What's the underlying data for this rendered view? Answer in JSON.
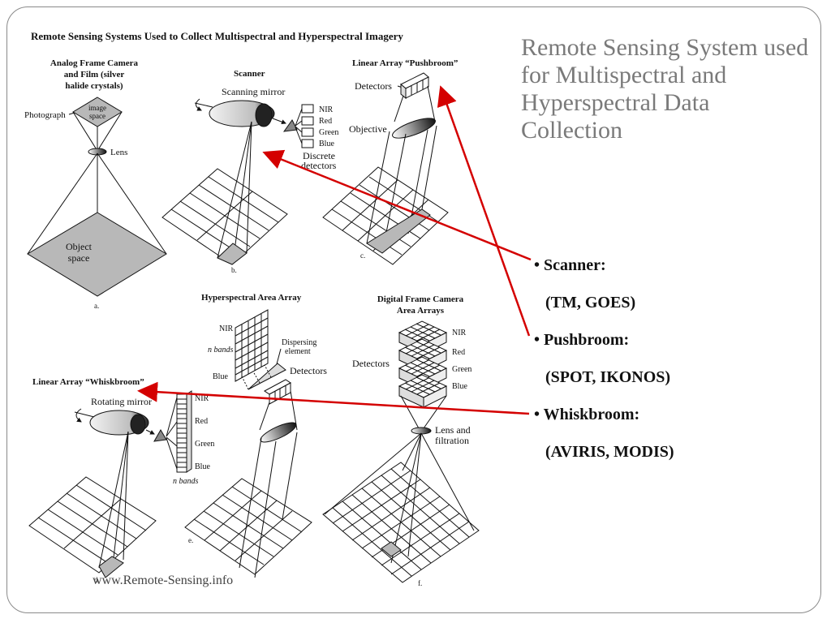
{
  "slide": {
    "title": "Remote Sensing System used for Multispectral and Hyperspectral Data Collection",
    "footer_url": "www.Remote-Sensing.info"
  },
  "bullets": [
    {
      "label": "• Scanner:",
      "examples": "(TM, GOES)"
    },
    {
      "label": "• Pushbroom:",
      "examples": "(SPOT, IKONOS)"
    },
    {
      "label": "• Whiskbroom:",
      "examples": "(AVIRIS, MODIS)"
    }
  ],
  "figure": {
    "heading": "Remote Sensing Systems Used to Collect Multispectral and Hyperspectral Imagery",
    "panel_a": {
      "title_lines": [
        "Analog Frame Camera",
        "and Film (silver",
        "halide crystals)"
      ],
      "photograph": "Photograph",
      "image_space": [
        "image",
        "space"
      ],
      "lens": "Lens",
      "object_space": [
        "Object",
        "space"
      ],
      "letter": "a."
    },
    "panel_b": {
      "title": "Scanner",
      "mirror": "Scanning mirror",
      "bands": [
        "NIR",
        "Red",
        "Green",
        "Blue"
      ],
      "detectors": [
        "Discrete",
        "detectors"
      ],
      "letter": "b."
    },
    "panel_c": {
      "title": "Linear Array “Pushbroom”",
      "detectors": "Detectors",
      "objective": "Objective",
      "letter": "c."
    },
    "panel_d": {
      "title": "Linear Array “Whiskbroom”",
      "mirror": "Rotating mirror",
      "bands": [
        "NIR",
        "Red",
        "Green",
        "Blue"
      ],
      "n_bands": "n bands",
      "letter": "d."
    },
    "panel_e": {
      "title": "Hyperspectral Area Array",
      "nir": "NIR",
      "n_bands": "n bands",
      "blue": "Blue",
      "dispersing": [
        "Dispersing",
        "element"
      ],
      "detectors": "Detectors",
      "letter": "e."
    },
    "panel_f": {
      "title_lines": [
        "Digital Frame Camera",
        "Area Arrays"
      ],
      "detectors": "Detectors",
      "bands": [
        "NIR",
        "Red",
        "Green",
        "Blue"
      ],
      "lens": [
        "Lens and",
        "filtration"
      ],
      "letter": "f."
    }
  },
  "colors": {
    "arrow": "#d40000",
    "title": "#7a7a7a",
    "shade": "#b8b8b8"
  }
}
